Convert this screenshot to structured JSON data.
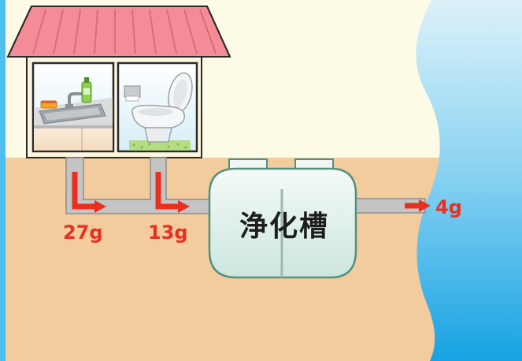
{
  "labels": {
    "sink_amount": "27g",
    "toilet_amount": "13g",
    "outflow_amount": "4g",
    "tank_name": "浄化槽"
  },
  "colors": {
    "ground": "#f2cc9c",
    "sky": "#fdfae6",
    "frame_blue": "#4cbfee",
    "roof_pink": "#f38c97",
    "pipe_gray": "#c4c4c4",
    "flow_red": "#e83021",
    "tank_fill": "#e5f3ee",
    "tank_stroke": "#52917f",
    "river_blue": "#1aa8e4"
  },
  "icons": [
    "sink-icon",
    "toilet-icon",
    "detergent-bottle-icon",
    "sponge-icon",
    "toilet-paper-icon",
    "arrow-right-icon"
  ]
}
